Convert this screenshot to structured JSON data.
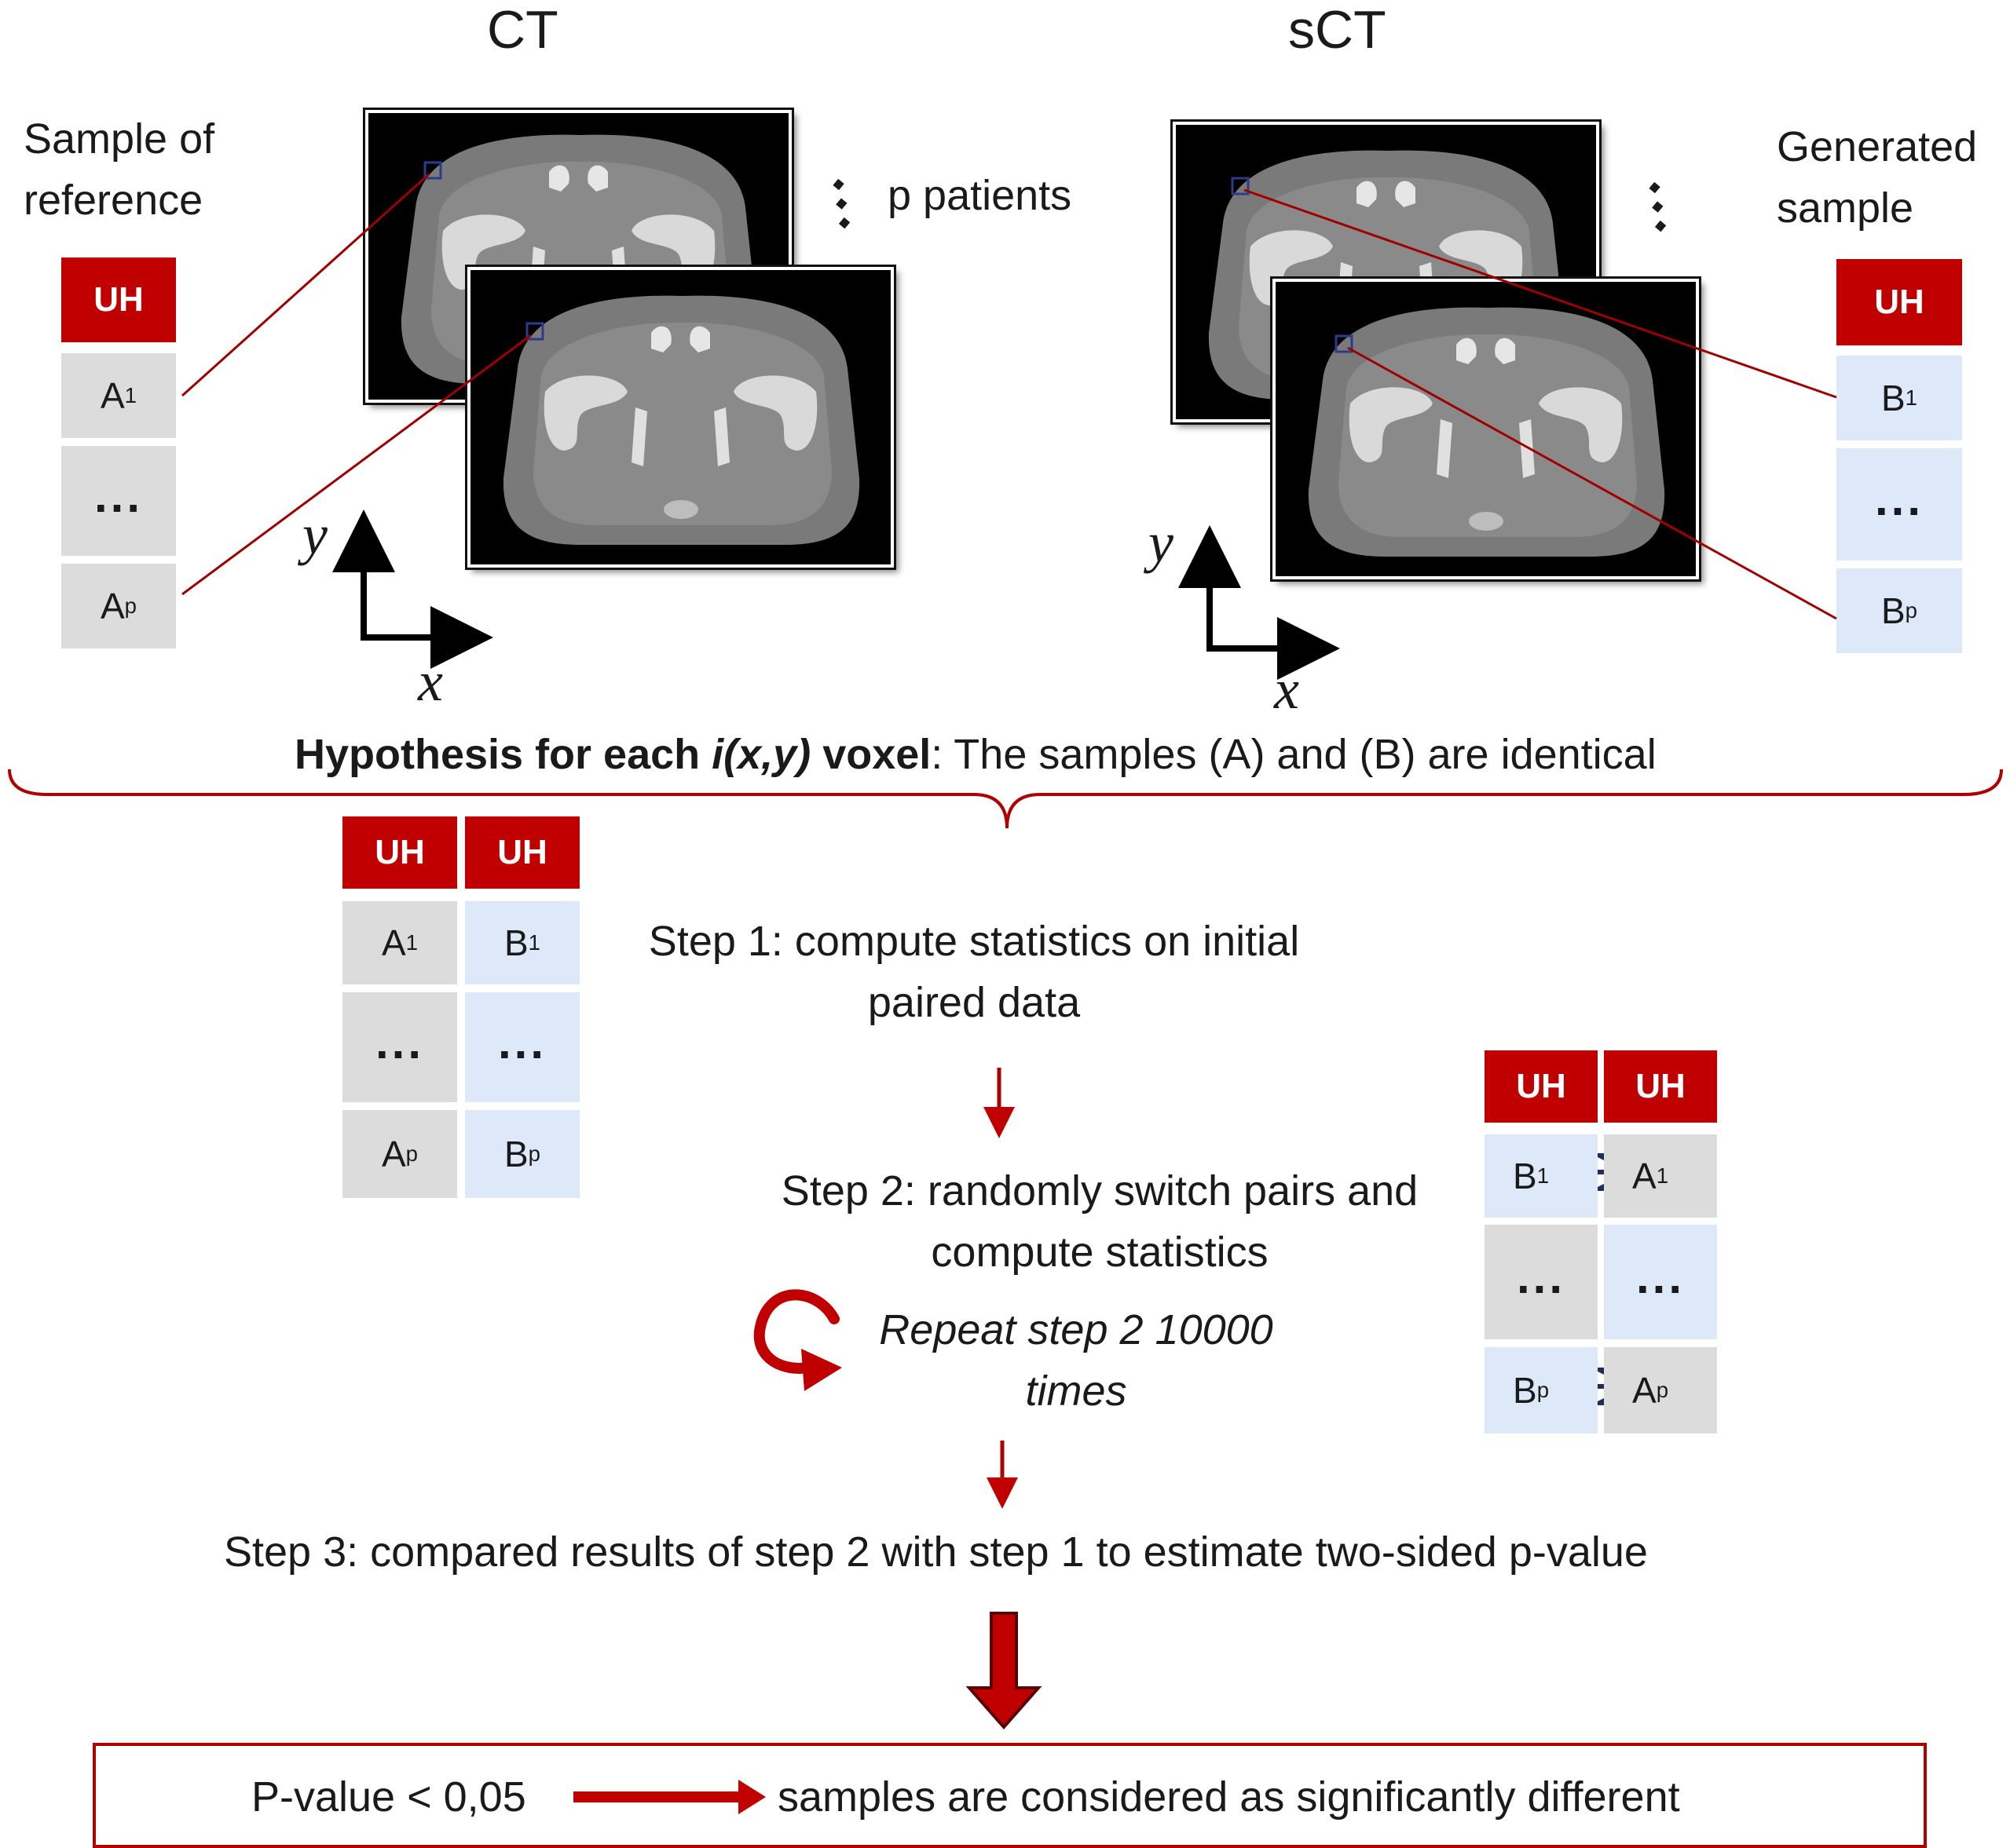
{
  "titles": {
    "ct": "CT",
    "sct": "sCT"
  },
  "left_label": {
    "line1": "Sample of",
    "line2": "reference"
  },
  "right_label": {
    "line1": "Generated",
    "line2": "sample"
  },
  "patients_label": "p patients",
  "axes": {
    "x": "x",
    "y": "y"
  },
  "table_header": "UH",
  "cells": {
    "a": "A",
    "b": "B",
    "sub1": "1",
    "subp": "p",
    "ellipsis": "..."
  },
  "hypothesis": {
    "bold1": "Hypothesis for each ",
    "italic": "i(x,y)",
    "bold2": " voxel",
    "rest": ": The samples (A) and (B) are identical"
  },
  "steps": {
    "step1_line1": "Step 1: compute statistics on initial",
    "step1_line2": "paired data",
    "step2_line1": "Step 2: randomly switch pairs and",
    "step2_line2": "compute statistics",
    "repeat_line1": "Repeat step 2 10000",
    "repeat_line2": "times",
    "step3": "Step 3: compared results of step 2 with step 1 to estimate two-sided p-value"
  },
  "result": {
    "condition": "P-value < 0,05",
    "conclusion": "samples are considered as significantly different"
  },
  "colors": {
    "accent_red": "#c00000",
    "cell_grey": "#dcdcdc",
    "cell_blue": "#dde8f8",
    "navy": "#1f2d5c"
  }
}
